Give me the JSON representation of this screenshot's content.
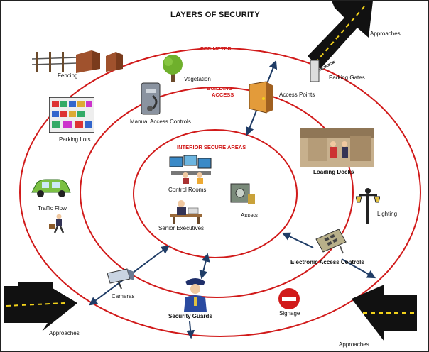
{
  "title": "LAYERS OF SECURITY",
  "rings": {
    "perimeter": "PERIMETER",
    "building_access_1": "BUILDING",
    "building_access_2": "ACCESS",
    "interior": "INTERIOR SECURE AREAS"
  },
  "labels": {
    "fencing": "Fencing",
    "vegetation": "Vegetation",
    "access_points": "Access Points",
    "parking_gates": "Parking Gates",
    "approaches_top": "Approaches",
    "manual_access": "Manual Access Controls",
    "parking_lots": "Parking Lots",
    "loading_docks": "Loading Docks",
    "control_rooms": "Control Rooms",
    "assets": "Assets",
    "senior_exec": "Senior Executives",
    "traffic_flow": "Traffic Flow",
    "lighting": "Lighting",
    "electronic_access": "Electronic Access Controls",
    "cameras": "Cameras",
    "security_guards": "Security Guards",
    "signage": "Signage",
    "approaches_left": "Approaches",
    "approaches_right": "Approaches"
  },
  "colors": {
    "ring": "#d11a1a",
    "arrow": "#1f3c66",
    "road": "#111111",
    "road_line": "#f2d21b"
  }
}
